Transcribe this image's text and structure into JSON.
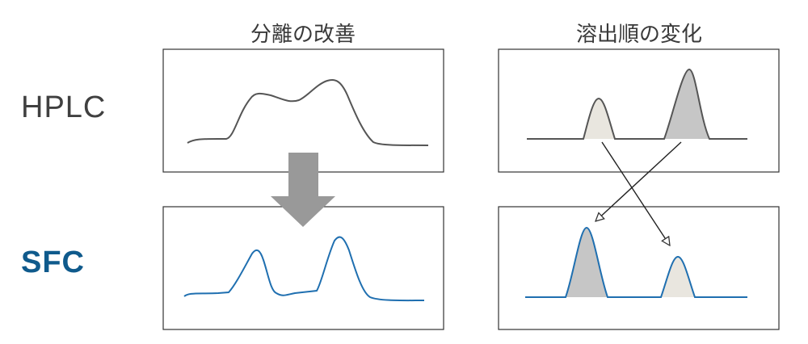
{
  "headers": {
    "left": "分離の改善",
    "right": "溶出順の変化"
  },
  "row_labels": {
    "top": "HPLC",
    "bottom": "SFC"
  },
  "colors": {
    "hplc_label": "#404040",
    "sfc_label": "#0f5a8c",
    "hplc_trace": "#555555",
    "sfc_trace": "#1f6fb0",
    "peak_light": "#e9e6df",
    "peak_dark": "#c6c6c6",
    "arrow": "#999999"
  },
  "icons": [
    "down-arrow-icon",
    "crossing-arrows-icon"
  ]
}
